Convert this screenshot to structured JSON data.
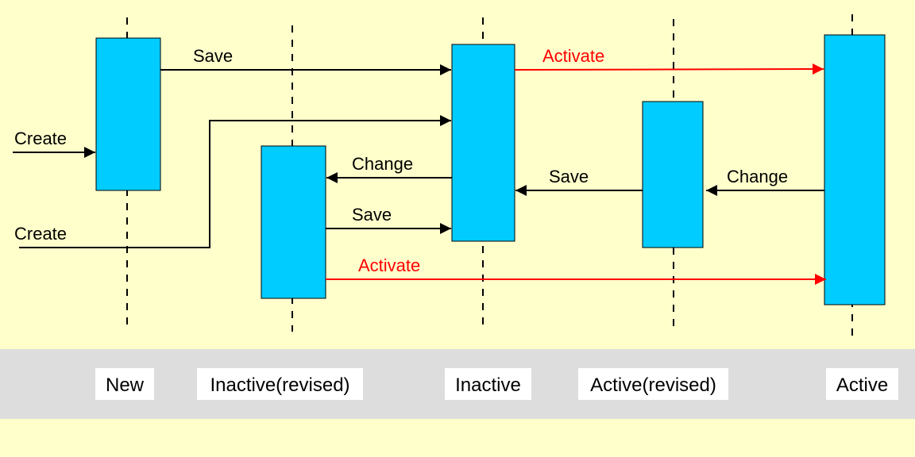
{
  "colors": {
    "background": "#FFFFCC",
    "band": "#DDDDDD",
    "box_fill": "#00CCFF",
    "stroke": "#000000",
    "activate": "#FF0000"
  },
  "states": [
    {
      "id": "new",
      "label": "New"
    },
    {
      "id": "inactive-revised",
      "label": "Inactive(revised)"
    },
    {
      "id": "inactive",
      "label": "Inactive"
    },
    {
      "id": "active-revised",
      "label": "Active(revised)"
    },
    {
      "id": "active",
      "label": "Active"
    }
  ],
  "transitions": [
    {
      "id": "create-to-new",
      "label": "Create",
      "from": "",
      "to": "new",
      "kind": "normal"
    },
    {
      "id": "create-to-inactive",
      "label": "Create",
      "from": "",
      "to": "inactive",
      "kind": "normal"
    },
    {
      "id": "new-save",
      "label": "Save",
      "from": "new",
      "to": "inactive",
      "kind": "normal"
    },
    {
      "id": "inactive-activate",
      "label": "Activate",
      "from": "inactive",
      "to": "active",
      "kind": "activate"
    },
    {
      "id": "inactive-change",
      "label": "Change",
      "from": "inactive",
      "to": "inactive-revised",
      "kind": "normal"
    },
    {
      "id": "revised-save",
      "label": "Save",
      "from": "inactive-revised",
      "to": "inactive",
      "kind": "normal"
    },
    {
      "id": "revised-activate",
      "label": "Activate",
      "from": "inactive-revised",
      "to": "active",
      "kind": "activate"
    },
    {
      "id": "active-revised-save",
      "label": "Save",
      "from": "active-revised",
      "to": "inactive",
      "kind": "normal"
    },
    {
      "id": "active-change",
      "label": "Change",
      "from": "active",
      "to": "active-revised",
      "kind": "normal"
    }
  ]
}
